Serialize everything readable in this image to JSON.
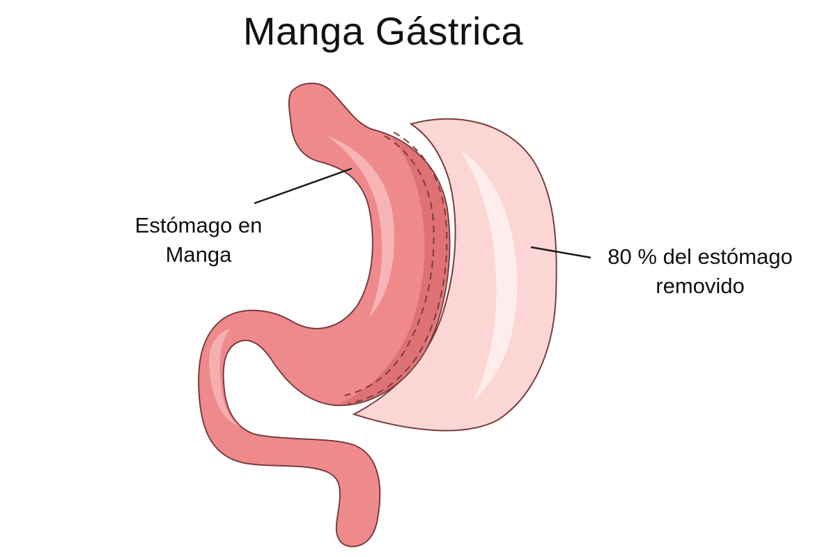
{
  "title": "Manga Gástrica",
  "labels": {
    "sleeve": {
      "line1": "Estómago en",
      "line2": "Manga"
    },
    "removed": {
      "line1": "80 % del estómago",
      "line2": "removido"
    }
  },
  "colors": {
    "sleeve_fill": "#ef8a8c",
    "sleeve_shadow": "#d96c70",
    "sleeve_highlight": "#f7b8b9",
    "removed_fill": "#fbd6d4",
    "removed_highlight": "#fff0ef",
    "outline": "#7a3b3e",
    "leader_line": "#1a1a1a"
  }
}
